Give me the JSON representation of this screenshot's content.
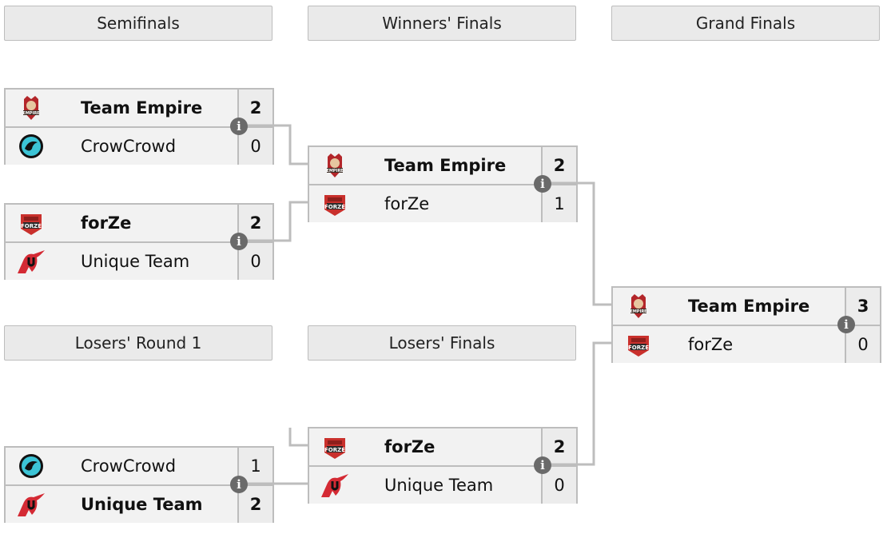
{
  "rounds": {
    "semifinals": "Semifinals",
    "winners_finals": "Winners' Finals",
    "grand_finals": "Grand Finals",
    "losers_round_1": "Losers' Round 1",
    "losers_finals": "Losers' Finals"
  },
  "matches": {
    "sf1": {
      "team1": "Team Empire",
      "score1": "2",
      "team2": "CrowCrowd",
      "score2": "0"
    },
    "sf2": {
      "team1": "forZe",
      "score1": "2",
      "team2": "Unique Team",
      "score2": "0"
    },
    "wf": {
      "team1": "Team Empire",
      "score1": "2",
      "team2": "forZe",
      "score2": "1"
    },
    "gf": {
      "team1": "Team Empire",
      "score1": "3",
      "team2": "forZe",
      "score2": "0"
    },
    "lr1": {
      "team1": "CrowCrowd",
      "score1": "1",
      "team2": "Unique Team",
      "score2": "2"
    },
    "lf": {
      "team1": "forZe",
      "score1": "2",
      "team2": "Unique Team",
      "score2": "0"
    }
  },
  "icons": {
    "info": "info-icon",
    "team_empire": "team-empire-logo",
    "crowcrowd": "crowcrowd-logo",
    "forze": "forze-logo",
    "unique_team": "unique-team-logo"
  },
  "colors": {
    "header_bg": "#eaeaea",
    "border": "#bdbdbd",
    "row_bg": "#f2f2f2",
    "connector": "#bdbdbd",
    "info_bg": "#6a6a6a",
    "empire_red": "#b3262a",
    "crow_teal": "#3cc4d6",
    "forze_red": "#c9302c",
    "unique_red": "#d42a34"
  }
}
